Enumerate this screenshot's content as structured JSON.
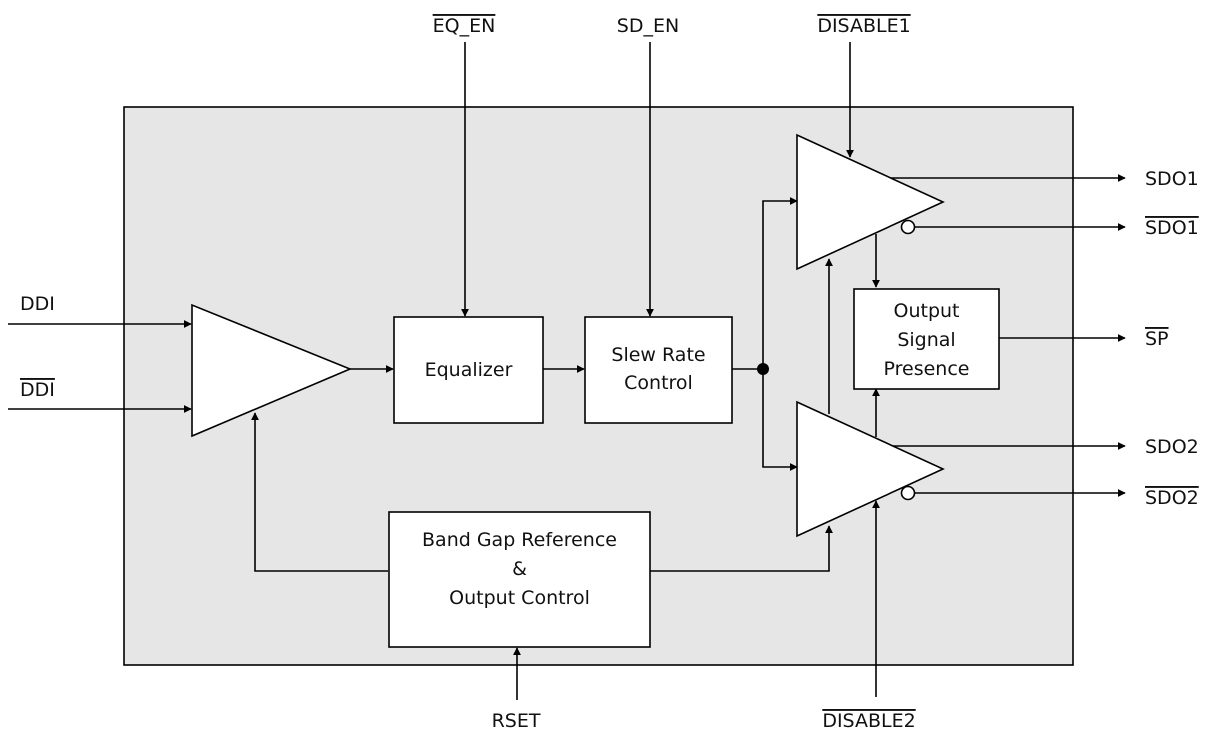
{
  "diagram": {
    "colors": {
      "chip_fill": "#e6e6e6",
      "line": "#000000",
      "block_fill": "#ffffff",
      "text": "#111111"
    },
    "pins": {
      "eq_en": "EQ_EN",
      "sd_en": "SD_EN",
      "disable1": "DISABLE1",
      "disable2": "DISABLE2",
      "rset": "RSET",
      "ddi": "DDI",
      "ddi_bar": "DDI",
      "sdo1": "SDO1",
      "sdo1_bar": "SDO1",
      "sp_bar": "SP",
      "sdo2": "SDO2",
      "sdo2_bar": "SDO2"
    },
    "blocks": {
      "equalizer": "Equalizer",
      "slew_rate_line1": "Slew Rate",
      "slew_rate_line2": "Control",
      "band_gap_line1": "Band Gap Reference",
      "band_gap_line2": "&",
      "band_gap_line3": "Output Control",
      "osp_line1": "Output",
      "osp_line2": "Signal",
      "osp_line3": "Presence"
    }
  }
}
